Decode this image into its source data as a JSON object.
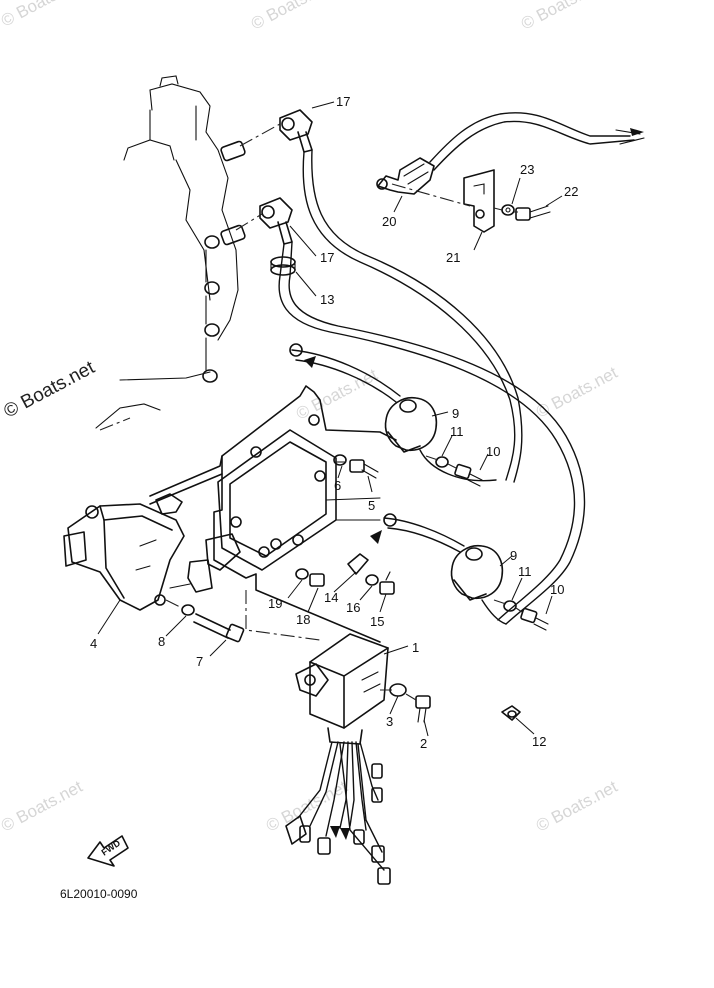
{
  "drawing_code": "6L20010-0090",
  "watermark": "© Boats.net",
  "fwd_label": "FWD",
  "callouts": [
    "1",
    "2",
    "3",
    "4",
    "5",
    "6",
    "7",
    "8",
    "9",
    "9",
    "10",
    "10",
    "11",
    "11",
    "12",
    "13",
    "14",
    "15",
    "16",
    "17",
    "17",
    "18",
    "19",
    "20",
    "21",
    "22",
    "23"
  ]
}
